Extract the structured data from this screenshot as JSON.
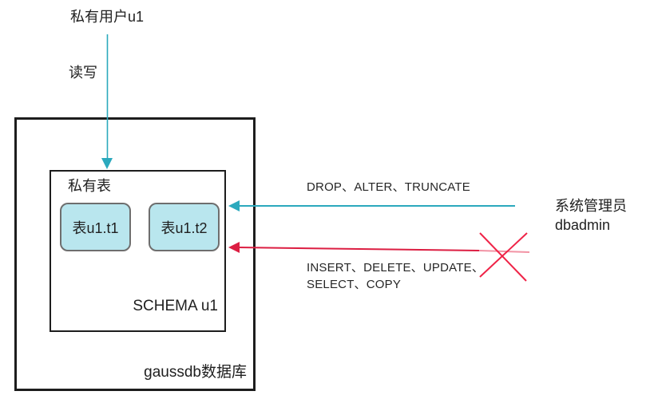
{
  "diagram": {
    "private_user_label": "私有用户u1",
    "read_write_label": "读写",
    "private_table_label": "私有表",
    "tables": [
      {
        "label": "表u1.t1"
      },
      {
        "label": "表u1.t2"
      }
    ],
    "schema_label": "SCHEMA u1",
    "database_label": "gaussdb数据库",
    "admin_label_line1": "系统管理员",
    "admin_label_line2": "dbadmin",
    "allowed_ops_label": "DROP、ALTER、TRUNCATE",
    "denied_ops_line1": "INSERT、DELETE、UPDATE、",
    "denied_ops_line2": "SELECT、COPY",
    "colors": {
      "teal_arrow": "#2BA9BD",
      "red_arrow": "#DC1E42",
      "red_arrow_light": "#F293A4",
      "red_cross": "#EF2347",
      "table_fill": "#B9E6EE",
      "table_border": "#6E6E6E",
      "box_border": "#1D1D1D",
      "text": "#1F1F1F"
    }
  }
}
